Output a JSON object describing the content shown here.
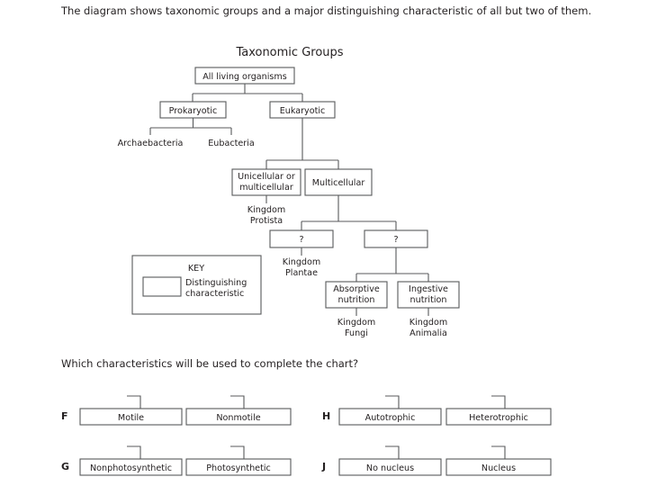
{
  "stem": {
    "text": "The diagram shows taxonomic groups and a major distinguishing characteristic of all but two of them."
  },
  "diagram": {
    "title": "Taxonomic Groups",
    "boxes": {
      "root": "All living organisms",
      "prokaryotic": "Prokaryotic",
      "eukaryotic": "Eukaryotic",
      "unicellular_or_multicellular_line1": "Unicellular or",
      "unicellular_or_multicellular_line2": "multicellular",
      "multicellular": "Multicellular",
      "unknown_left": "?",
      "unknown_right": "?",
      "absorptive_line1": "Absorptive",
      "absorptive_line2": "nutrition",
      "ingestive_line1": "Ingestive",
      "ingestive_line2": "nutrition"
    },
    "leaves": {
      "archaebacteria": "Archaebacteria",
      "eubacteria": "Eubacteria",
      "protista_line1": "Kingdom",
      "protista_line2": "Protista",
      "plantae_line1": "Kingdom",
      "plantae_line2": "Plantae",
      "fungi_line1": "Kingdom",
      "fungi_line2": "Fungi",
      "animalia_line1": "Kingdom",
      "animalia_line2": "Animalia"
    },
    "key": {
      "heading": "KEY",
      "legend_line1": "Distinguishing",
      "legend_line2": "characteristic"
    }
  },
  "question": {
    "text": "Which characteristics will be used to complete the chart?"
  },
  "options": [
    {
      "letter": "F",
      "choices": [
        "Motile",
        "Nonmotile"
      ]
    },
    {
      "letter": "G",
      "choices": [
        "Nonphotosynthetic",
        "Photosynthetic"
      ]
    },
    {
      "letter": "H",
      "choices": [
        "Autotrophic",
        "Heterotrophic"
      ]
    },
    {
      "letter": "J",
      "choices": [
        "No nucleus",
        "Nucleus"
      ]
    }
  ],
  "colors": {
    "ink": "#231f20",
    "stroke": "#58595b",
    "paper": "#ffffff"
  }
}
